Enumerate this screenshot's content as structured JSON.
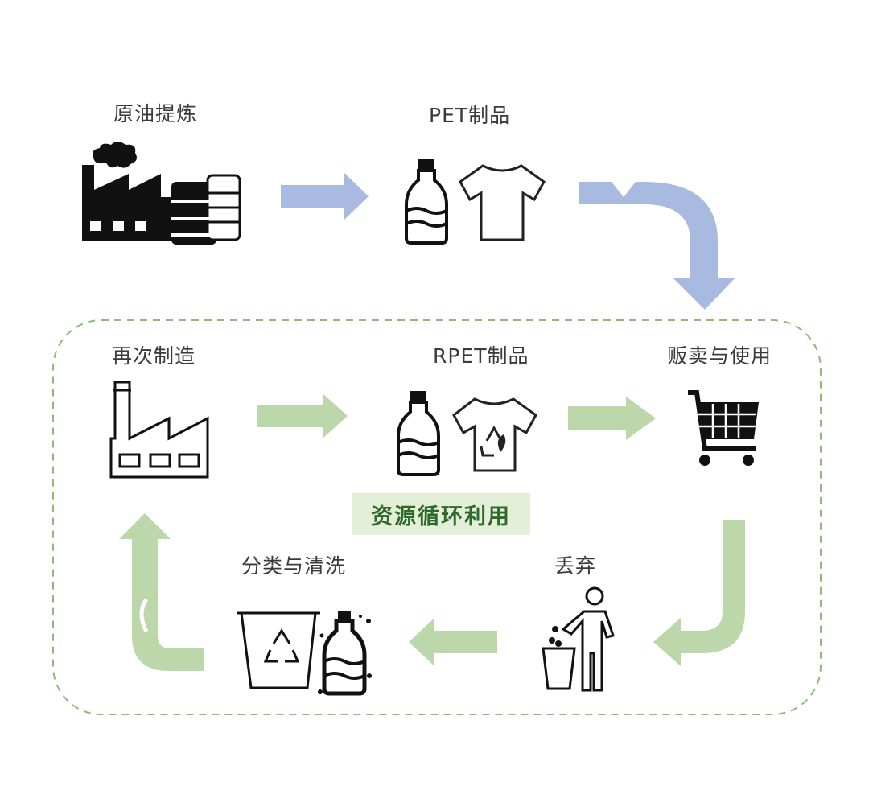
{
  "colors": {
    "blue_arrow": "#a8badf",
    "green_arrow": "#bcd8ab",
    "dashed_border": "#8dbb74",
    "icon": "#111111",
    "tag_bg": "#e3efd9",
    "tag_text": "#2f6a2b"
  },
  "stages": {
    "crude_refining": "原油提炼",
    "pet_products": "PET制品",
    "remanufacture": "再次制造",
    "rpet_products": "RPET制品",
    "sale_and_use": "贩卖与使用",
    "discard": "丢弃",
    "sort_and_clean": "分类与清洗"
  },
  "center_label": "资源循环利用",
  "icons": [
    "factory-oil-icon",
    "bottle-icon",
    "tshirt-icon",
    "factory-outline-icon",
    "recycle-tshirt-icon",
    "shopping-cart-icon",
    "person-trash-icon",
    "recycle-bin-icon",
    "dirty-bottle-icon"
  ]
}
